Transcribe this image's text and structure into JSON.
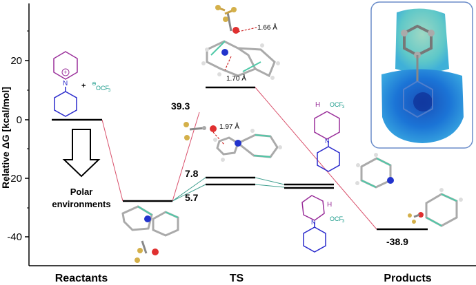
{
  "axis": {
    "ylabel": "Relative ΔG [kcal/mol]",
    "ticks": [
      "20",
      "0",
      "-20",
      "-40"
    ]
  },
  "stages": [
    "Reactants",
    "TS",
    "Products"
  ],
  "energies": {
    "ts_top": "39.3",
    "ts_mid": "7.8",
    "ts_low": "5.7",
    "product": "-38.9"
  },
  "annotation": {
    "text_line1": "Polar",
    "text_line2": "environments"
  },
  "distances": {
    "d1": "1.66 Å",
    "d2": "1.70 Å",
    "d3": "1.97 Å"
  },
  "chem_labels": {
    "anion": "OCF",
    "anion_sub": "3",
    "plus": "+",
    "minus": "⊖",
    "n": "N",
    "h": "H",
    "ocf3": "OCF",
    "ocf3_sub": "3"
  },
  "colors": {
    "pink_line": "#d9506b",
    "teal_line": "#3f9f8f",
    "blue_chem": "#2a2acc",
    "purple_chem": "#9a2f9a",
    "teal_chem": "#1a9a8a"
  }
}
